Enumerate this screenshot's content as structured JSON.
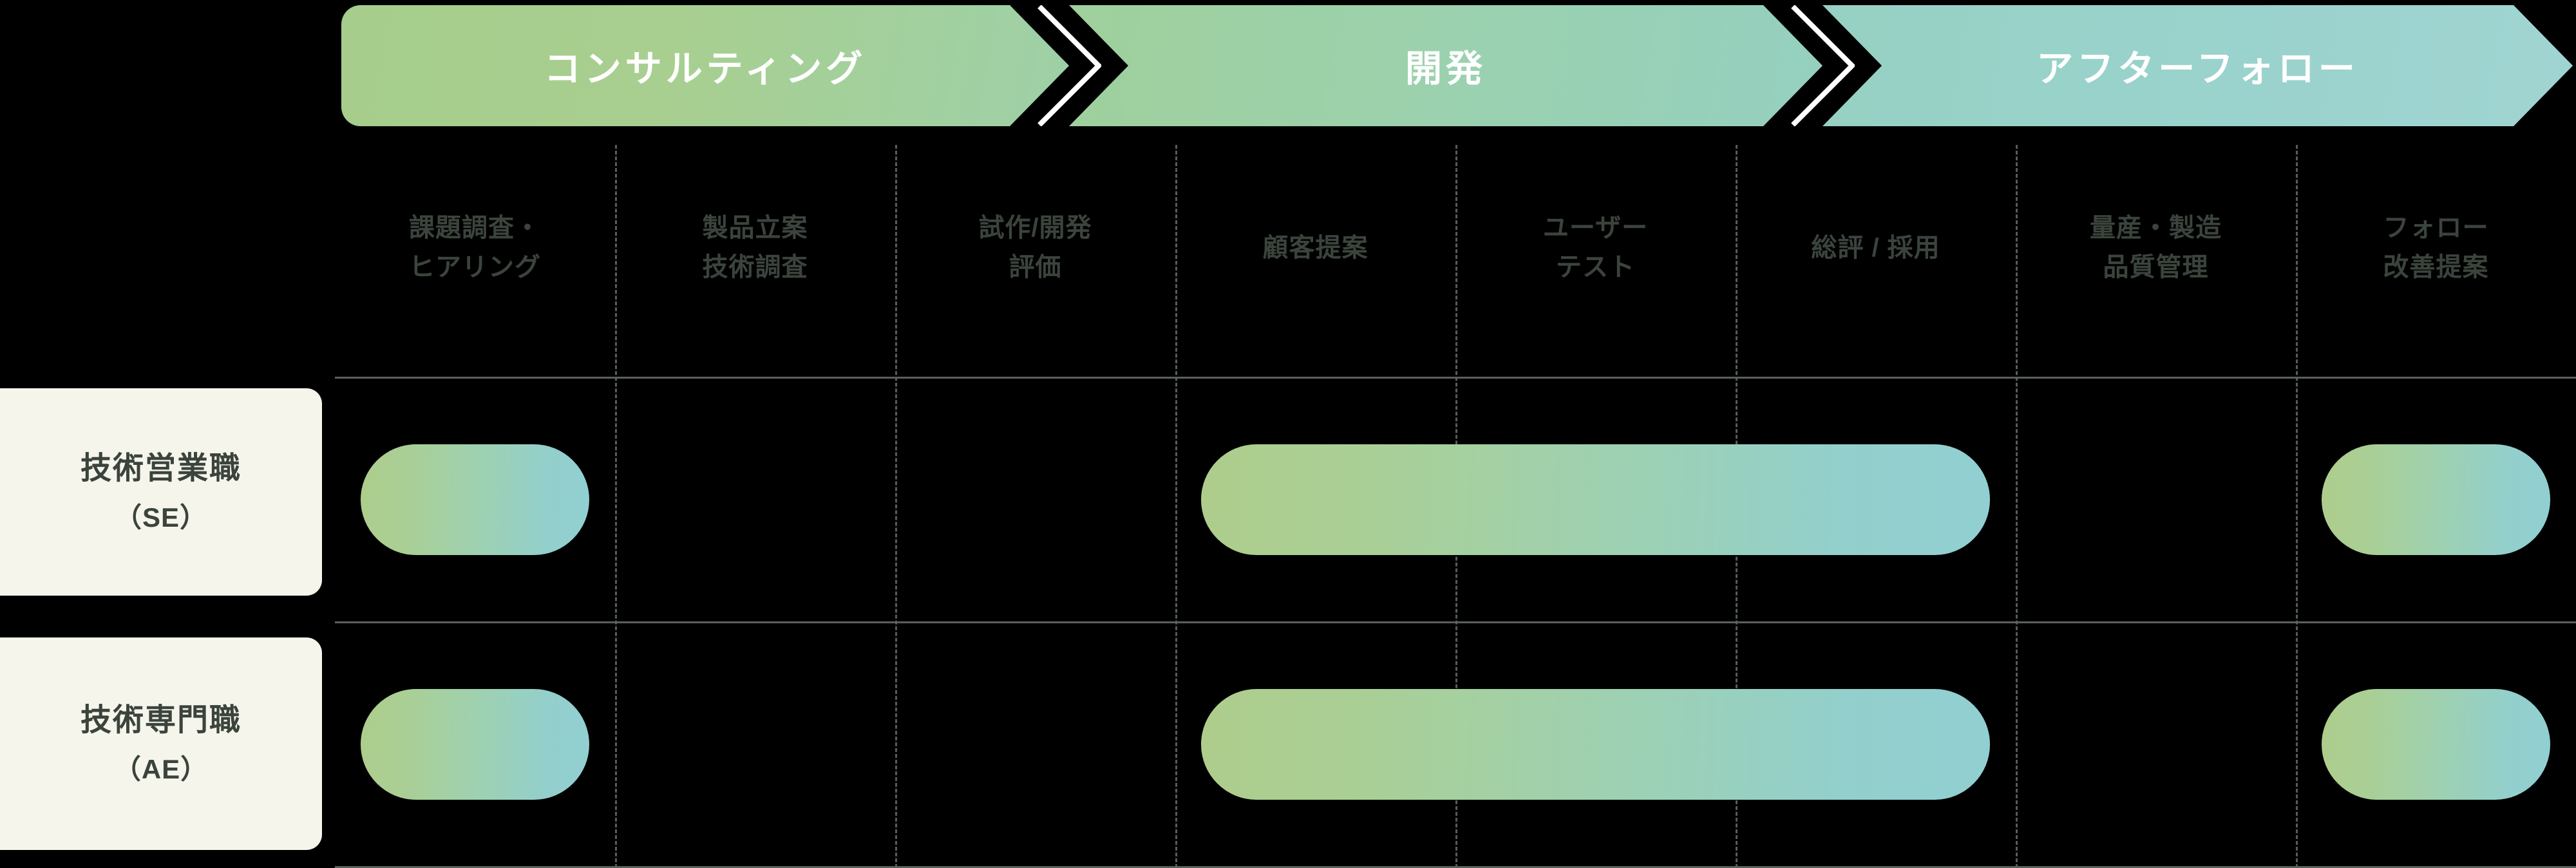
{
  "phases": [
    {
      "label": "コンサルティング",
      "color": "#a6cd8b"
    },
    {
      "label": "開発",
      "color": "#9bd1ae"
    },
    {
      "label": "アフターフォロー",
      "color": "#9ad2cd"
    }
  ],
  "columns": [
    {
      "id": "issue-survey",
      "label": "課題調査・\nヒアリング"
    },
    {
      "id": "product-planning",
      "label": "製品立案\n技術調査"
    },
    {
      "id": "prototype-eval",
      "label": "試作/開発\n評価"
    },
    {
      "id": "customer-proposal",
      "label": "顧客提案"
    },
    {
      "id": "user-test",
      "label": "ユーザー\nテスト"
    },
    {
      "id": "review-adoption",
      "label": "総評 / 採用"
    },
    {
      "id": "mass-production-qc",
      "label": "量産・製造\n品質管理"
    },
    {
      "id": "follow-improvement",
      "label": "フォロー\n改善提案"
    }
  ],
  "roles": [
    {
      "id": "se",
      "main": "技術営業職",
      "sub": "（SE）",
      "bars": [
        {
          "from": "issue-survey",
          "to": "issue-survey"
        },
        {
          "from": "customer-proposal",
          "to": "review-adoption"
        },
        {
          "from": "follow-improvement",
          "to": "follow-improvement"
        }
      ]
    },
    {
      "id": "ae",
      "main": "技術専門職",
      "sub": "（AE）",
      "bars": [
        {
          "from": "issue-survey",
          "to": "issue-survey"
        },
        {
          "from": "customer-proposal",
          "to": "review-adoption"
        },
        {
          "from": "follow-improvement",
          "to": "follow-improvement"
        }
      ]
    }
  ],
  "colors": {
    "background": "#000000",
    "card_background": "#f6f5ec",
    "text_dark": "#3b443c",
    "text_light": "#ffffff",
    "divider": "#565d58",
    "bar_gradient_start": "#aecd8c",
    "bar_gradient_end": "#91cfd2"
  }
}
